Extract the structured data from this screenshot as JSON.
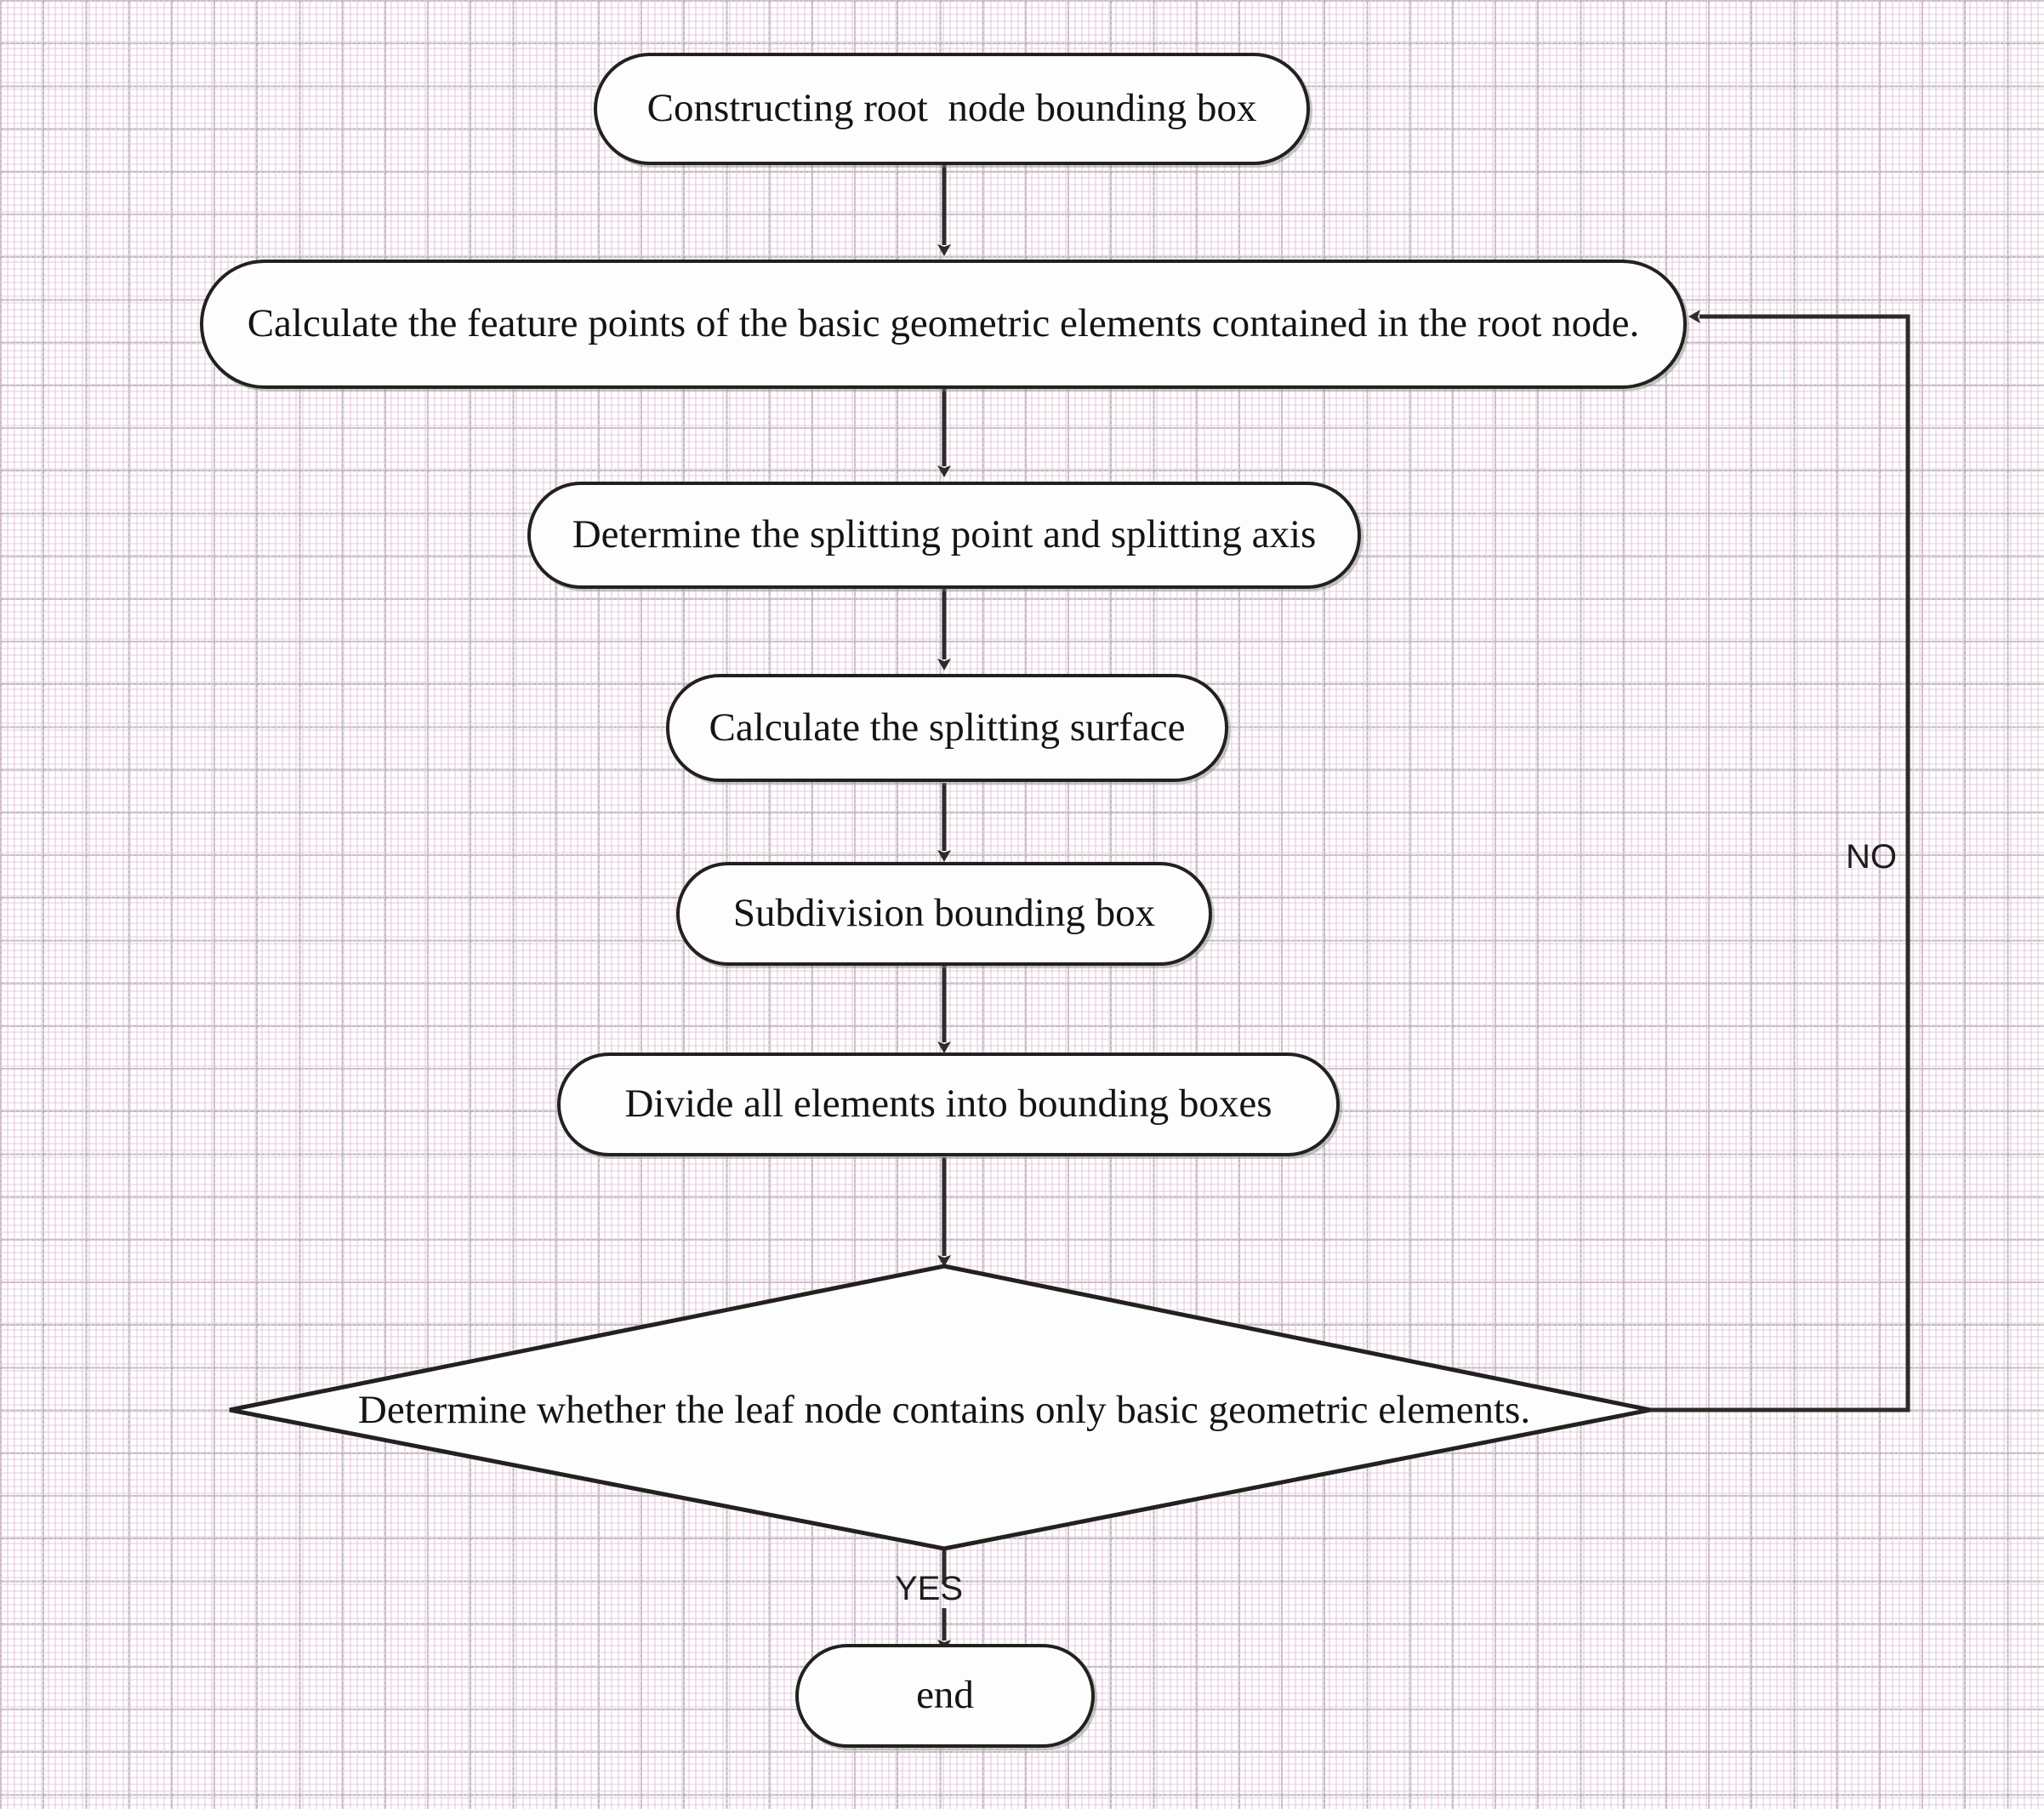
{
  "diagram": {
    "type": "flowchart",
    "title": "KD-tree bounding box subdivision flowchart",
    "colors": {
      "stroke": "#22211f",
      "fill": "#fdfdfd",
      "text": "#151413",
      "grid": "#a0a0a0",
      "grid_tint": "#debed7"
    },
    "nodes": [
      {
        "id": "n1",
        "shape": "rounded-rect",
        "label": "Constructing root  node bounding box"
      },
      {
        "id": "n2",
        "shape": "rounded-rect",
        "label": "Calculate the feature points of the basic geometric elements contained in the root node."
      },
      {
        "id": "n3",
        "shape": "rounded-rect",
        "label": "Determine the splitting point and splitting axis"
      },
      {
        "id": "n4",
        "shape": "rounded-rect",
        "label": "Calculate the splitting surface"
      },
      {
        "id": "n5",
        "shape": "rounded-rect",
        "label": "Subdivision bounding box"
      },
      {
        "id": "n6",
        "shape": "rounded-rect",
        "label": "Divide all elements into bounding boxes"
      },
      {
        "id": "d1",
        "shape": "diamond",
        "label": "Determine whether the leaf node contains only basic geometric elements."
      },
      {
        "id": "n7",
        "shape": "rounded-rect",
        "label": "end"
      }
    ],
    "edges": [
      {
        "from": "n1",
        "to": "n2",
        "label": ""
      },
      {
        "from": "n2",
        "to": "n3",
        "label": ""
      },
      {
        "from": "n3",
        "to": "n4",
        "label": ""
      },
      {
        "from": "n4",
        "to": "n5",
        "label": ""
      },
      {
        "from": "n5",
        "to": "n6",
        "label": ""
      },
      {
        "from": "n6",
        "to": "d1",
        "label": ""
      },
      {
        "from": "d1",
        "to": "n7",
        "label": "YES"
      },
      {
        "from": "d1",
        "to": "n2",
        "label": "NO"
      }
    ],
    "edge_labels": {
      "yes": "YES",
      "no": "NO"
    }
  }
}
